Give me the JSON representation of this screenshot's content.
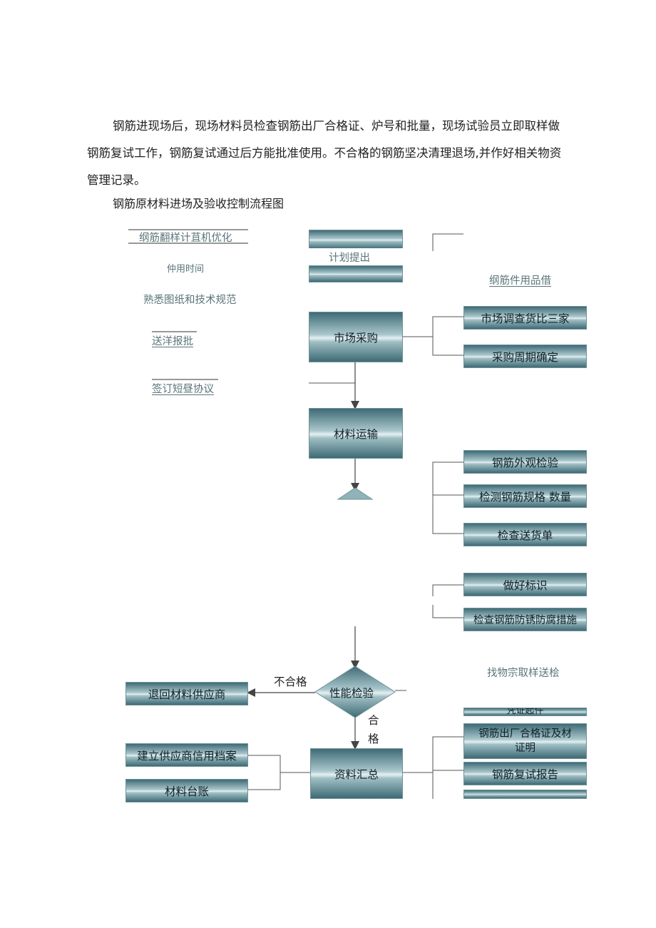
{
  "paragraph": {
    "line1": "钢筋进现场后，现场材料员检查钢筋出厂合格证、炉号和批量，现场试验员立即取样做",
    "line2": "钢筋复试工作，钢筋复试通过后方能批准使用。不合格的钢筋坚决清理退场,并作好相关物资",
    "line3": "管理记录。"
  },
  "caption": "钢筋原材料进场及验收控制流程图",
  "left_notes": {
    "n1": "纲筋翻样计苴机优化",
    "n2": "仲用时间",
    "n3": "熟悉图纸和技术规范",
    "n4": "送洋报批",
    "n5": "签订短昼协议"
  },
  "center": {
    "plan": "计划提出",
    "purchase": "市场采购",
    "transport": "材料运输",
    "performance": "性能检验",
    "archive": "资料汇总"
  },
  "right": {
    "header1": "纲筋件用品借",
    "survey": "市场调查货比三家",
    "period": "采购周期确定",
    "appearance": "钢筋外观检验",
    "spec": "检测钢筋规格 数量",
    "delivery": "检查送货单",
    "marking": "做好标识",
    "anticorrosion": "检查钢筋防锈防腐措施",
    "sample": "找物宗取样送桧",
    "cut_box": "凭证起件",
    "cert": "钢筋出厂合格证及材",
    "cert2": "证明",
    "retest": "钢筋复试报告"
  },
  "bottom_left": {
    "return": "退回材料供应商",
    "credit": "建立供应商信用档案",
    "ledger": "材料台账"
  },
  "labels": {
    "fail": "不合格",
    "pass1": "合",
    "pass2": "格"
  }
}
